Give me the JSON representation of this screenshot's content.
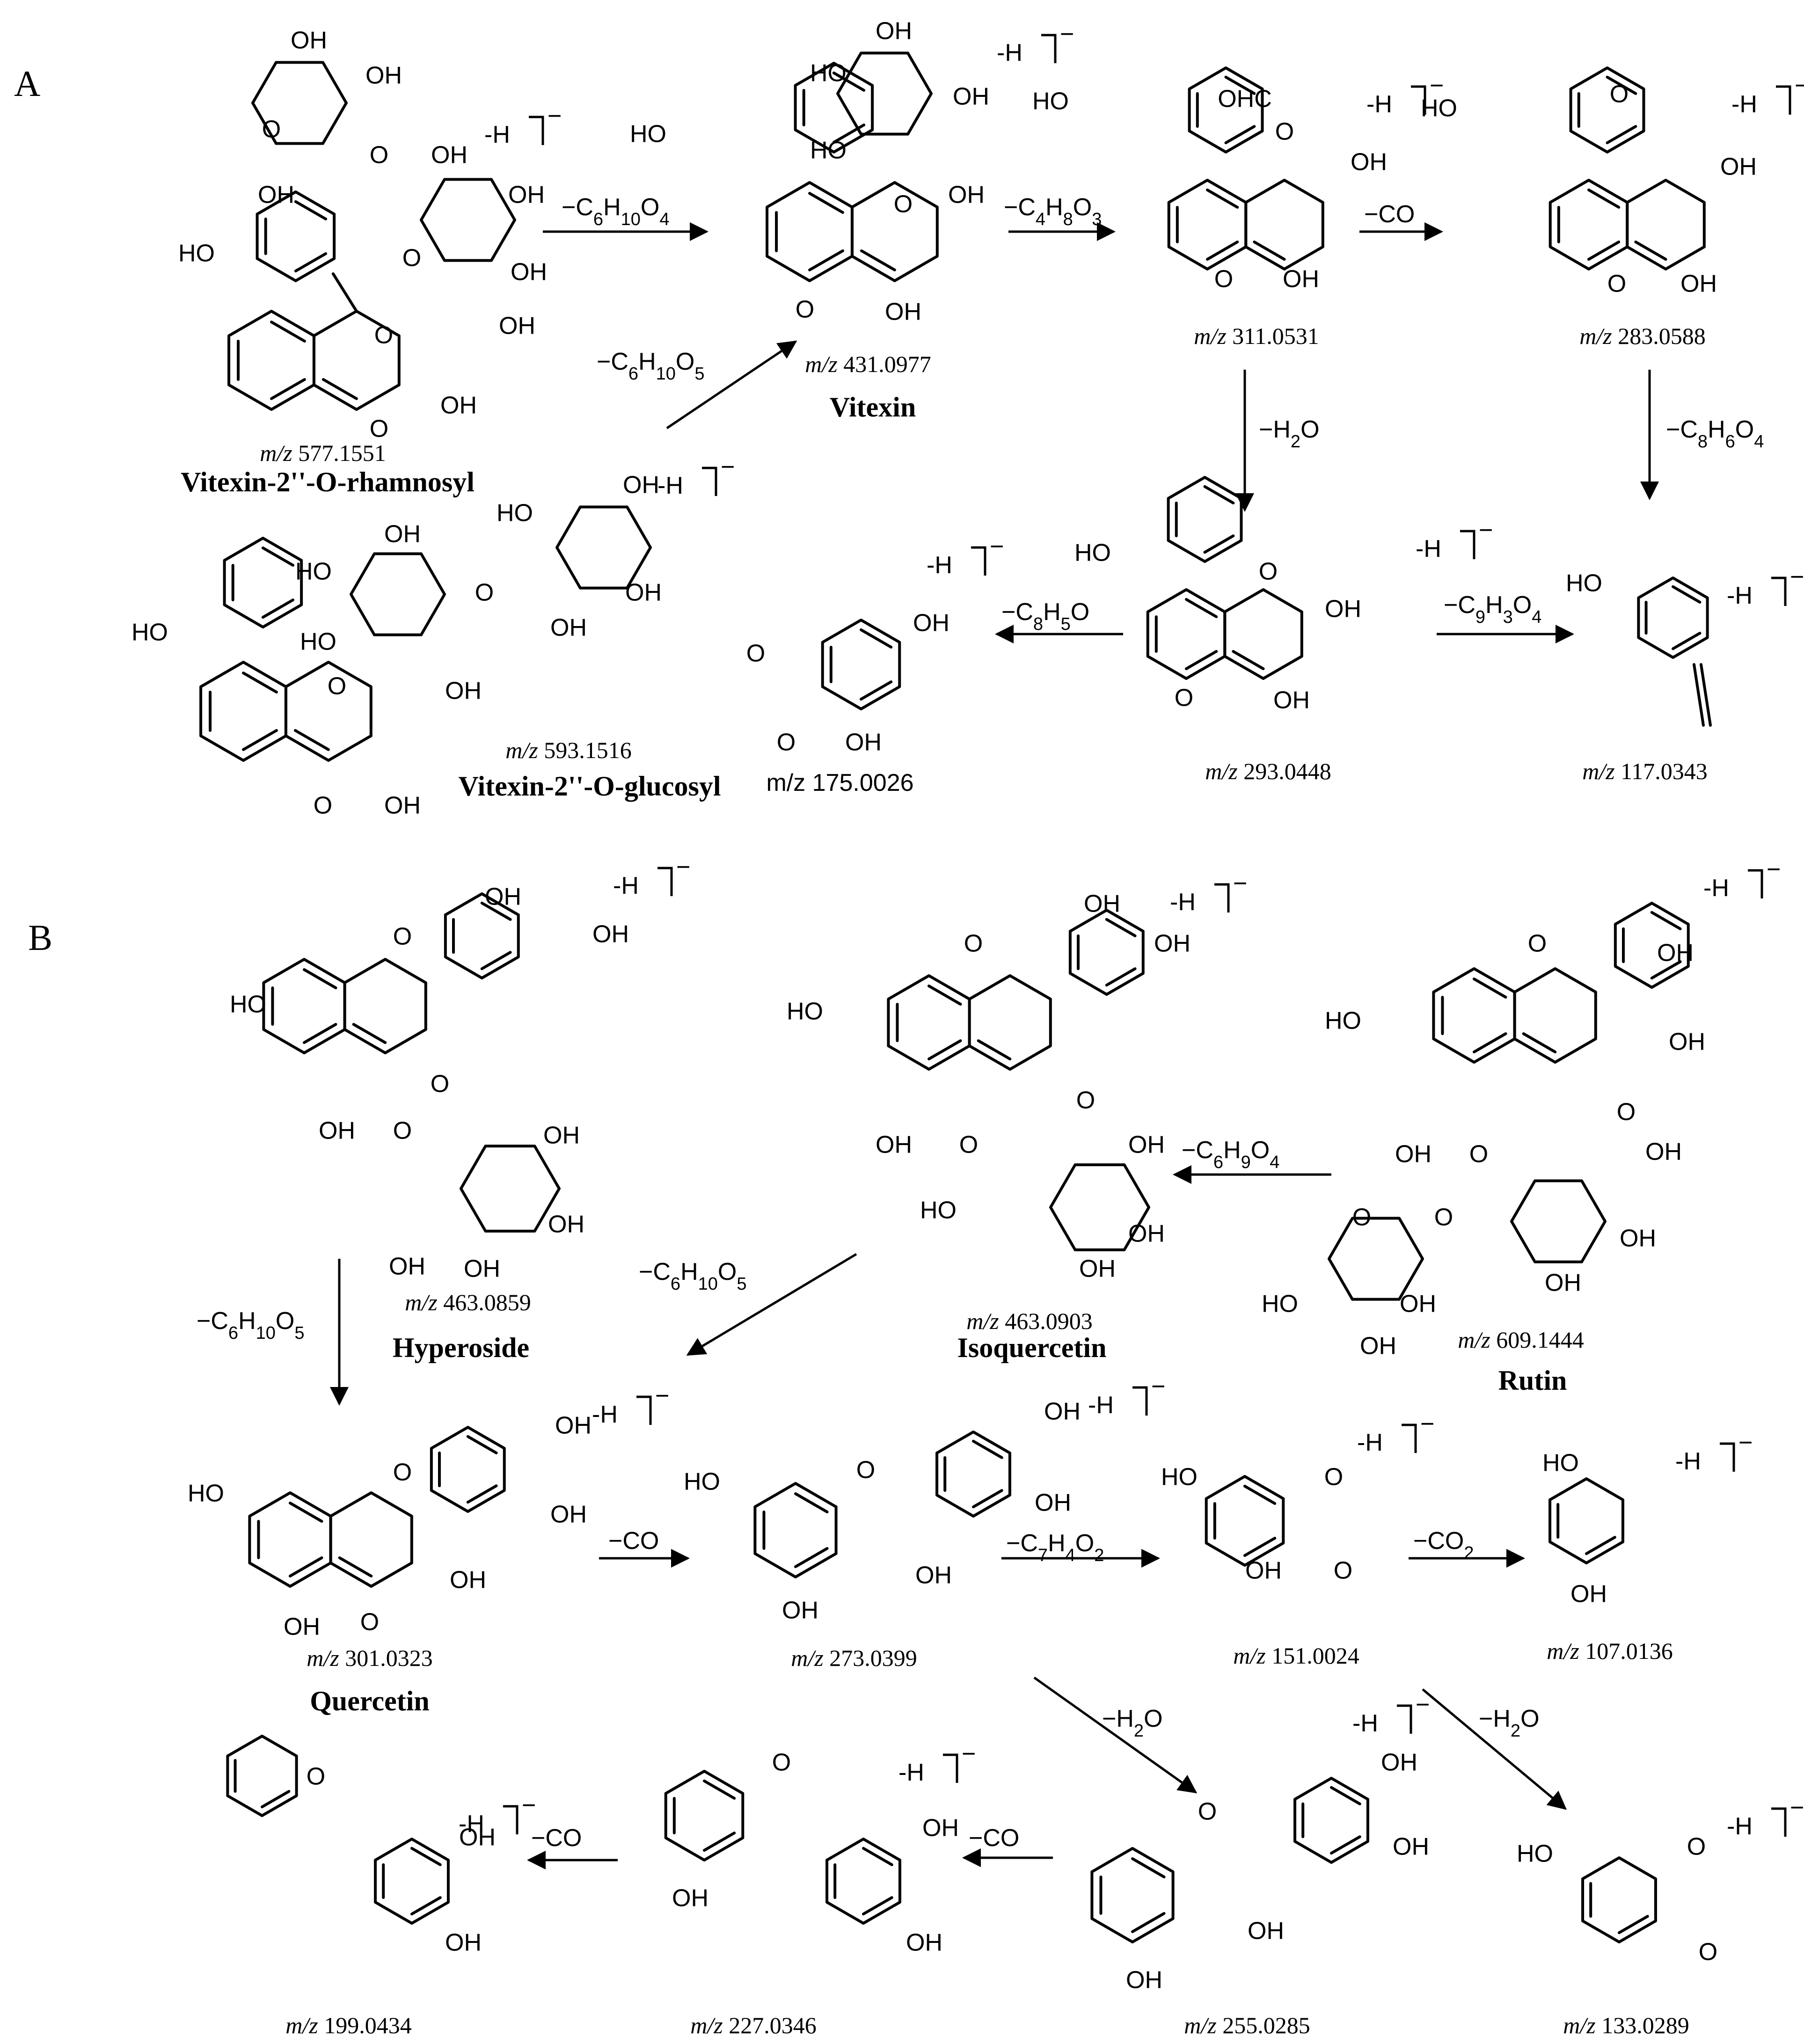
{
  "panels": {
    "A": "A",
    "B": "B"
  },
  "charge_label": "-H",
  "atom_labels": {
    "OH": "OH",
    "HO": "HO",
    "O": "O",
    "OHC": "OHC"
  },
  "compounds": [
    {
      "id": "c577",
      "mz_prefix": "m/z",
      "mz": "577.1551",
      "name": "Vitexin-2''-O-rhamnosyl"
    },
    {
      "id": "c593",
      "mz_prefix": "m/z",
      "mz": "593.1516",
      "name": "Vitexin-2''-O-glucosyl"
    },
    {
      "id": "c431",
      "mz_prefix": "m/z",
      "mz": "431.0977",
      "name": "Vitexin"
    },
    {
      "id": "c311",
      "mz_prefix": "m/z",
      "mz": "311.0531",
      "name": ""
    },
    {
      "id": "c283",
      "mz_prefix": "m/z",
      "mz": "283.0588",
      "name": ""
    },
    {
      "id": "c293",
      "mz_prefix": "m/z",
      "mz": "293.0448",
      "name": ""
    },
    {
      "id": "c175",
      "mz_prefix": "m/z",
      "mz": "175.0026",
      "name": ""
    },
    {
      "id": "c117",
      "mz_prefix": "m/z",
      "mz": "117.0343",
      "name": ""
    },
    {
      "id": "c463h",
      "mz_prefix": "m/z",
      "mz": "463.0859",
      "name": "Hyperoside"
    },
    {
      "id": "c463i",
      "mz_prefix": "m/z",
      "mz": "463.0903",
      "name": "Isoquercetin"
    },
    {
      "id": "c609",
      "mz_prefix": "m/z",
      "mz": "609.1444",
      "name": "Rutin"
    },
    {
      "id": "c301",
      "mz_prefix": "m/z",
      "mz": "301.0323",
      "name": "Quercetin"
    },
    {
      "id": "c273",
      "mz_prefix": "m/z",
      "mz": "273.0399",
      "name": ""
    },
    {
      "id": "c151",
      "mz_prefix": "m/z",
      "mz": "151.0024",
      "name": ""
    },
    {
      "id": "c107",
      "mz_prefix": "m/z",
      "mz": "107.0136",
      "name": ""
    },
    {
      "id": "c255",
      "mz_prefix": "m/z",
      "mz": "255.0285",
      "name": ""
    },
    {
      "id": "c227",
      "mz_prefix": "m/z",
      "mz": "227.0346",
      "name": ""
    },
    {
      "id": "c199",
      "mz_prefix": "m/z",
      "mz": "199.0434",
      "name": ""
    },
    {
      "id": "c133",
      "mz_prefix": "m/z",
      "mz": "133.0289",
      "name": ""
    }
  ],
  "losses": [
    {
      "id": "l1",
      "text": "-C6H10O4"
    },
    {
      "id": "l2",
      "text": "-C6H10O5"
    },
    {
      "id": "l3",
      "text": "-C4H8O3"
    },
    {
      "id": "l4",
      "text": "-CO"
    },
    {
      "id": "l5",
      "text": "-H2O"
    },
    {
      "id": "l6",
      "text": "-C8H6O4"
    },
    {
      "id": "l7",
      "text": "-C8H5O"
    },
    {
      "id": "l8",
      "text": "-C9H3O4"
    },
    {
      "id": "l9",
      "text": "-C6H9O4"
    },
    {
      "id": "l10",
      "text": "-C6H10O5"
    },
    {
      "id": "l11",
      "text": "-C6H10O5"
    },
    {
      "id": "l12",
      "text": "-CO"
    },
    {
      "id": "l13",
      "text": "-C7H4O2"
    },
    {
      "id": "l14",
      "text": "-CO2"
    },
    {
      "id": "l15",
      "text": "-H2O"
    },
    {
      "id": "l16",
      "text": "-H2O"
    },
    {
      "id": "l17",
      "text": "-CO"
    },
    {
      "id": "l18",
      "text": "-CO"
    }
  ]
}
